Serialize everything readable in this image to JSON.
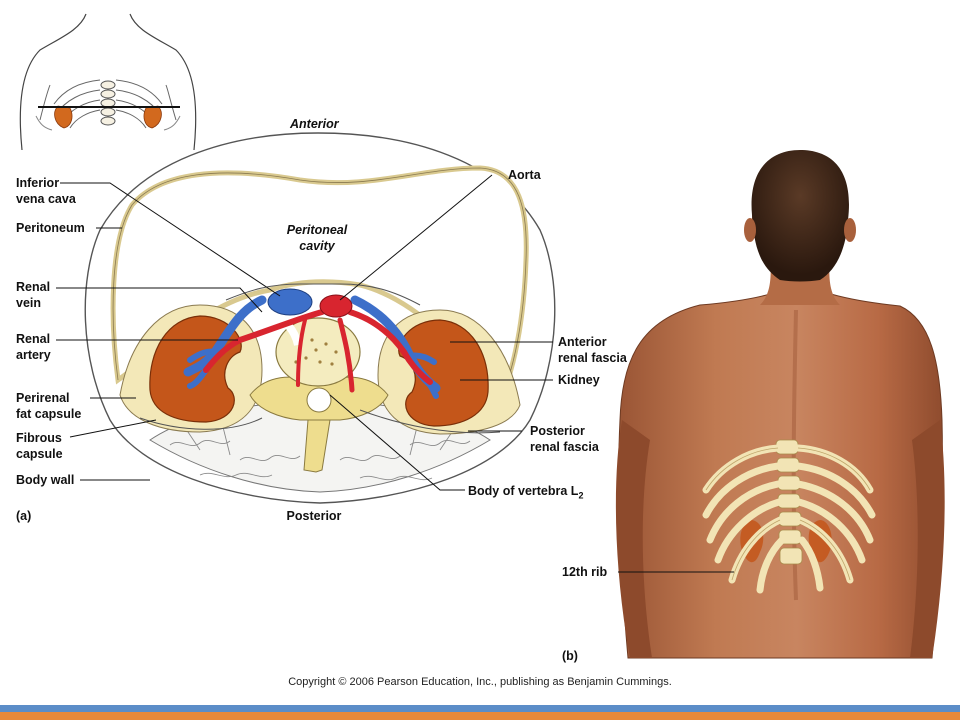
{
  "labels": {
    "anterior": "Anterior",
    "posterior": "Posterior",
    "peritoneal_cavity_1": "Peritoneal",
    "peritoneal_cavity_2": "cavity",
    "ivc_1": "Inferior",
    "ivc_2": "vena cava",
    "peritoneum": "Peritoneum",
    "renal_vein_1": "Renal",
    "renal_vein_2": "vein",
    "renal_artery_1": "Renal",
    "renal_artery_2": "artery",
    "perirenal_1": "Perirenal",
    "perirenal_2": "fat capsule",
    "fibrous_1": "Fibrous",
    "fibrous_2": "capsule",
    "body_wall": "Body wall",
    "aorta": "Aorta",
    "anterior_fascia_1": "Anterior",
    "anterior_fascia_2": "renal fascia",
    "kidney": "Kidney",
    "posterior_fascia_1": "Posterior",
    "posterior_fascia_2": "renal fascia",
    "vertebra": "Body of vertebra L",
    "vertebra_sub": "2",
    "rib12": "12th rib",
    "panel_a": "(a)",
    "panel_b": "(b)"
  },
  "copyright": "Copyright © 2006 Pearson Education, Inc., publishing as Benjamin Cummings.",
  "colors": {
    "kidney": "#c4561a",
    "vein": "#3d6fc9",
    "artery": "#d8252f",
    "fat": "#f3e8b8",
    "bone": "#eedd8e",
    "skin": "#b86a45",
    "hair": "#3a2418",
    "rib": "#f2e4b5",
    "bar_blue": "#5b8dc8",
    "bar_orange": "#e8893a"
  }
}
